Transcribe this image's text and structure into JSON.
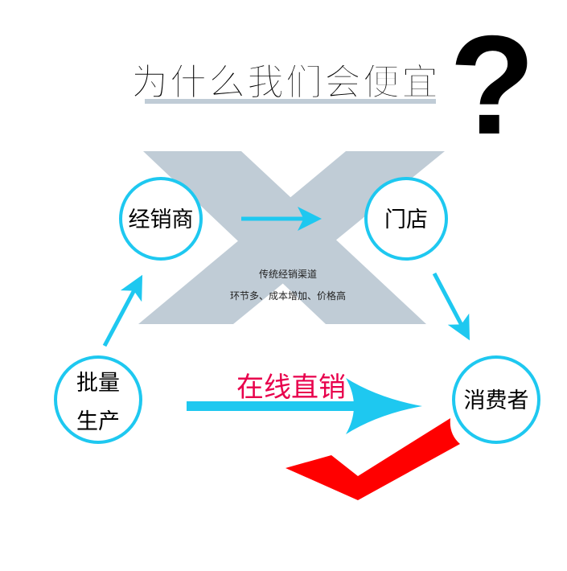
{
  "title": "为什么我们会便宜",
  "question_mark": "?",
  "nodes": {
    "distributor": "经销商",
    "store": "门店",
    "producer_line1": "批量",
    "producer_line2": "生产",
    "consumer": "消费者"
  },
  "traditional": {
    "line1": "传统经销渠道",
    "line2": "环节多、成本增加、价格高"
  },
  "direct": "在线直销",
  "colors": {
    "accent": "#1ec8f0",
    "cross": "#c0ccd6",
    "red": "#e8004c",
    "check": "#ff0000"
  }
}
